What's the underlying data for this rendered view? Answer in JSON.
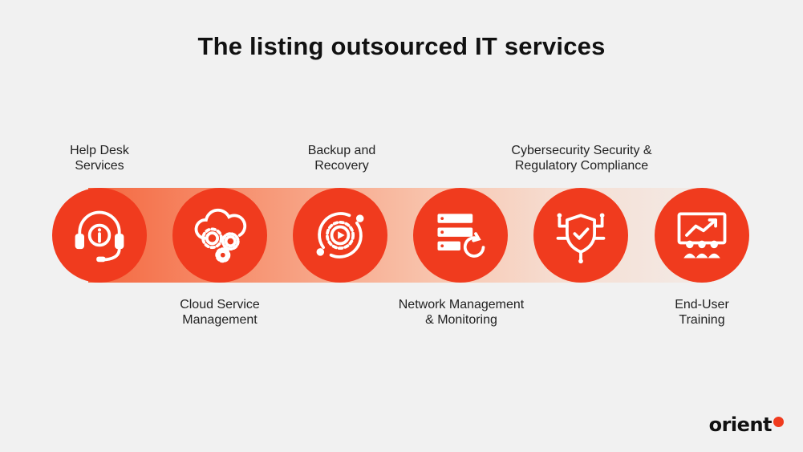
{
  "title": "The listing outsourced IT services",
  "services": [
    {
      "label_line1": "Help Desk",
      "label_line2": "Services",
      "icon": "headset-icon"
    },
    {
      "label_line1": "Cloud Service",
      "label_line2": "Management",
      "icon": "cloud-gears-icon"
    },
    {
      "label_line1": "Backup and",
      "label_line2": "Recovery",
      "icon": "backup-cycle-icon"
    },
    {
      "label_line1": "Network Management",
      "label_line2": "& Monitoring",
      "icon": "server-refresh-icon"
    },
    {
      "label_line1": "Cybersecurity Security &",
      "label_line2": "Regulatory Compliance",
      "icon": "shield-check-icon"
    },
    {
      "label_line1": "End-User",
      "label_line2": "Training",
      "icon": "training-board-icon"
    }
  ],
  "brand": {
    "name": "orient",
    "accent_color": "#f03b1e"
  },
  "colors": {
    "node": "#f03b1e",
    "background": "#f1f1f1",
    "text": "#222222"
  }
}
